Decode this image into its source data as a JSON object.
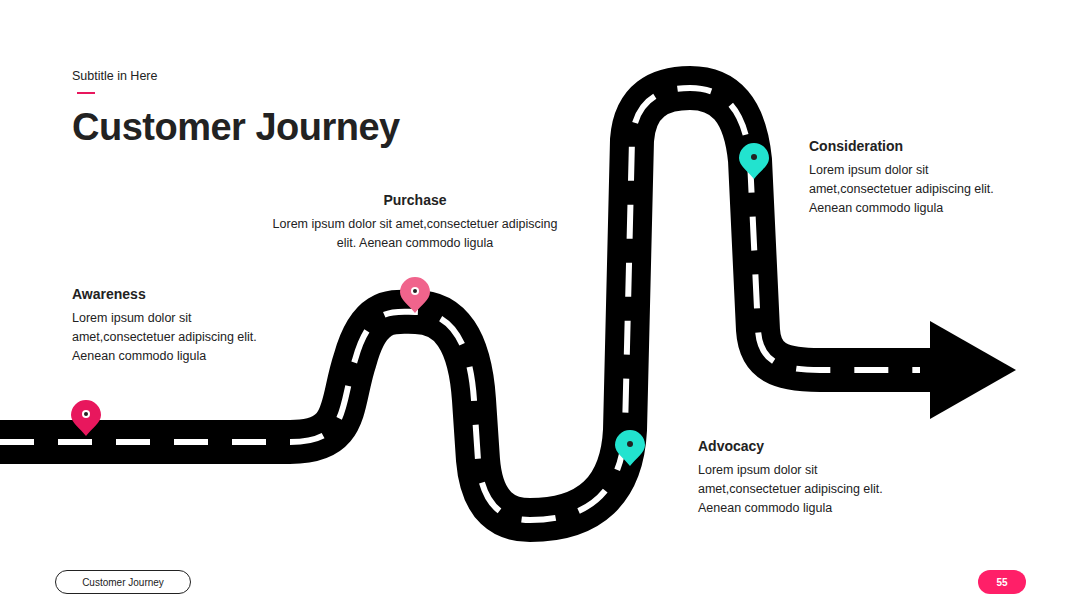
{
  "diagram": {
    "title": "Customer Journey",
    "nodes": [
      {
        "text": [
          "Awareness",
          "Lorem ipsum dolor sit amet,consectetuer adipiscing elit. Aenean commodo ligula"
        ]
      },
      {
        "text": [
          "Purchase",
          "Lorem ipsum dolor sit amet,consectetuer adipiscing elit. Aenean commodo ligula"
        ]
      },
      {
        "text": [
          "Advocacy",
          "Lorem ipsum dolor sit amet,consectetuer adipiscing elit. Aenean commodo ligula"
        ]
      },
      {
        "text": [
          "Consideration",
          "Lorem ipsum dolor sit amet,consectetuer adipiscing elit. Aenean commodo ligula"
        ]
      },
      {
        "text": [
          "Customer Journey"
        ]
      },
      {
        "text": [
          "55"
        ]
      }
    ],
    "labels": [
      "Subtitle in Here"
    ]
  }
}
